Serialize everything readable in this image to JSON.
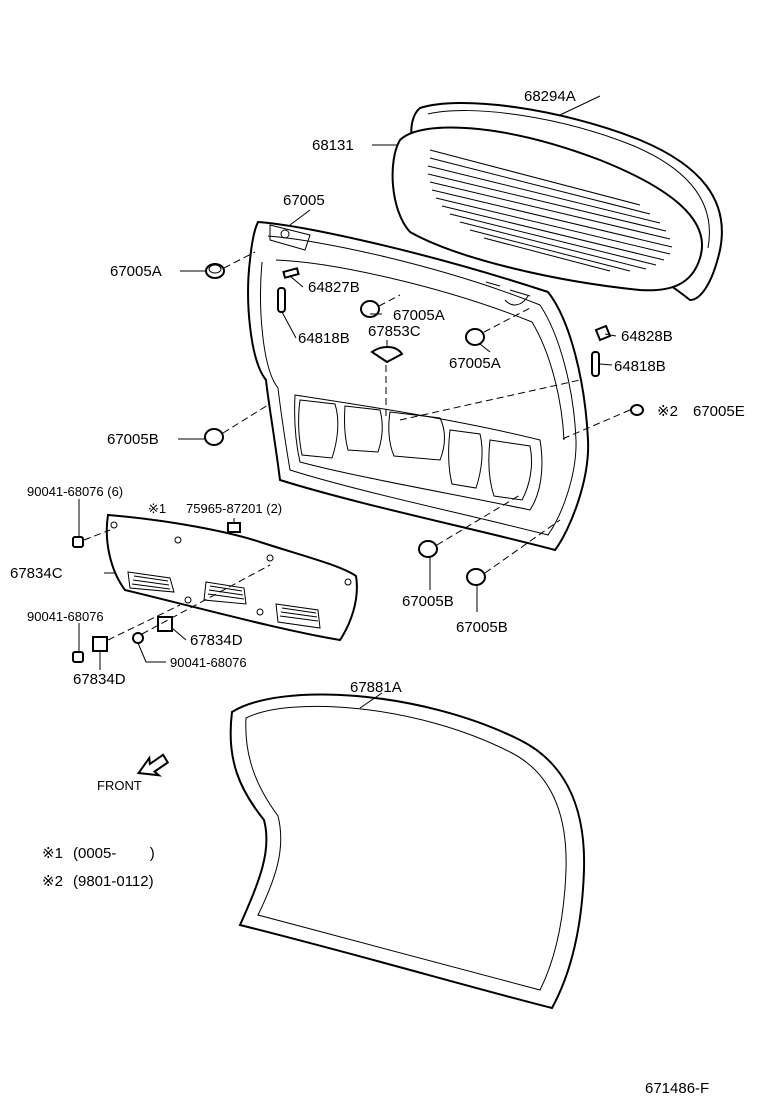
{
  "labels": {
    "p68294A": "68294A",
    "p68131": "68131",
    "p67005": "67005",
    "p67005A_left": "67005A",
    "p64827B": "64827B",
    "p67005A_center": "67005A",
    "p64818B_left": "64818B",
    "p67853C": "67853C",
    "p64828B": "64828B",
    "p67005A_right": "67005A",
    "p64818B_right": "64818B",
    "p67005E": "67005E",
    "p67005B_left": "67005B",
    "p90041_top": "90041-68076 (6)",
    "p75965": "75965-87201 (2)",
    "p67834C": "67834C",
    "p67005B_mid": "67005B",
    "p67005B_right": "67005B",
    "p90041_mid": "90041-68076",
    "p67834D_right": "67834D",
    "p90041_bottom": "90041-68076",
    "p67834D_left": "67834D",
    "p67881A": "67881A",
    "front": "FRONT"
  },
  "marks": {
    "note1": "※1",
    "note2": "※2"
  },
  "notes": {
    "note1_range": "(0005-        )",
    "note2_range": "(9801-0112)"
  },
  "footer": {
    "code": "671486-F"
  }
}
